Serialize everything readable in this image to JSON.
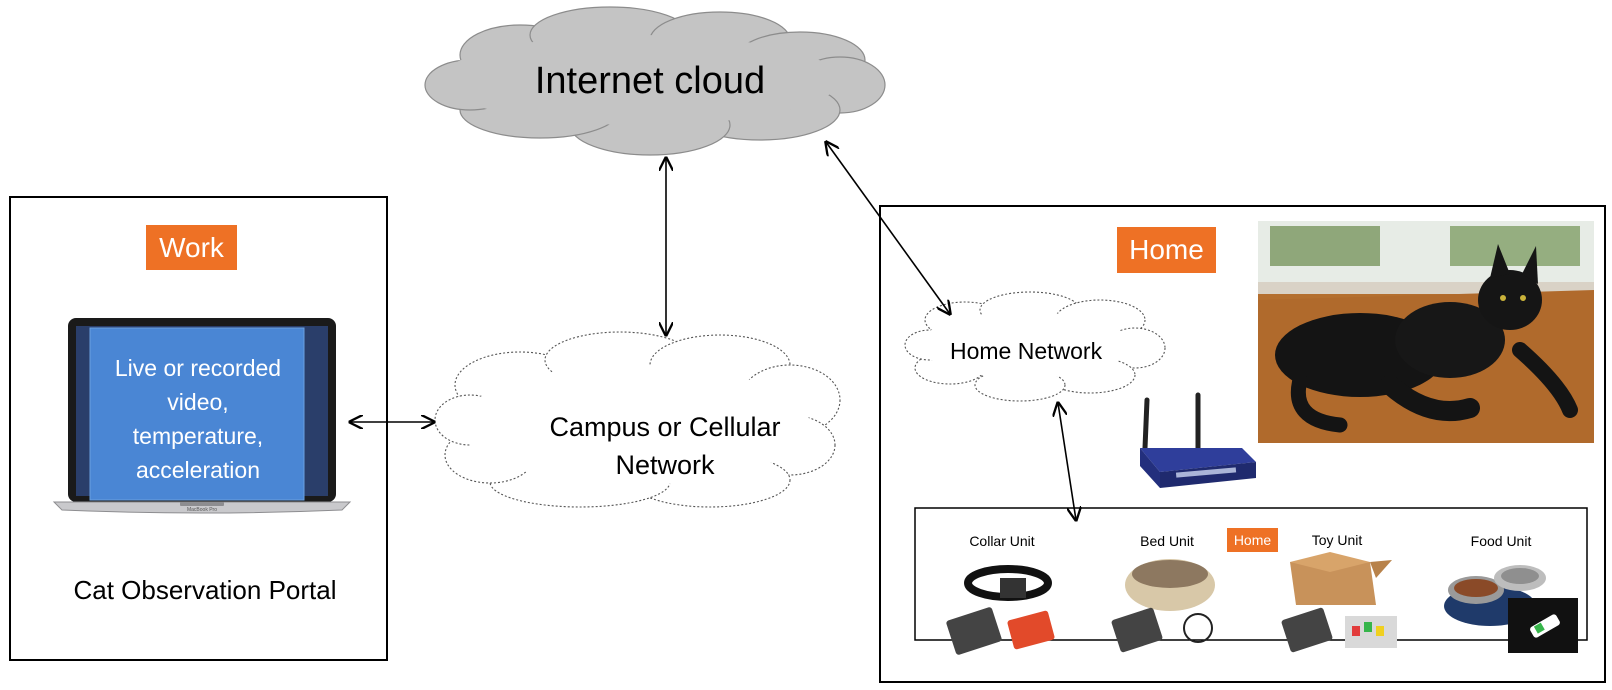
{
  "cloud_internet": {
    "label": "Internet cloud"
  },
  "cloud_campus": {
    "label_line1": "Campus or Cellular",
    "label_line2": "Network"
  },
  "cloud_home": {
    "label": "Home Network"
  },
  "work_panel": {
    "badge": "Work",
    "screen_text": "Live or recorded\nvideo,\ntemperature,\nacceleration",
    "laptop_brand": "MacBook Pro",
    "caption": "Cat Observation Portal"
  },
  "home_panel": {
    "badge": "Home",
    "units_badge": "Home",
    "units": [
      {
        "title": "Collar Unit",
        "icon": "collar-icon"
      },
      {
        "title": "Bed Unit",
        "icon": "cat-bed-icon"
      },
      {
        "title": "Toy Unit",
        "icon": "cardboard-box-icon"
      },
      {
        "title": "Food Unit",
        "icon": "food-bowl-icon"
      }
    ]
  },
  "colors": {
    "badge": "#ee7125",
    "screen": "#4a86d4",
    "cloud_fill": "#c4c4c4"
  }
}
